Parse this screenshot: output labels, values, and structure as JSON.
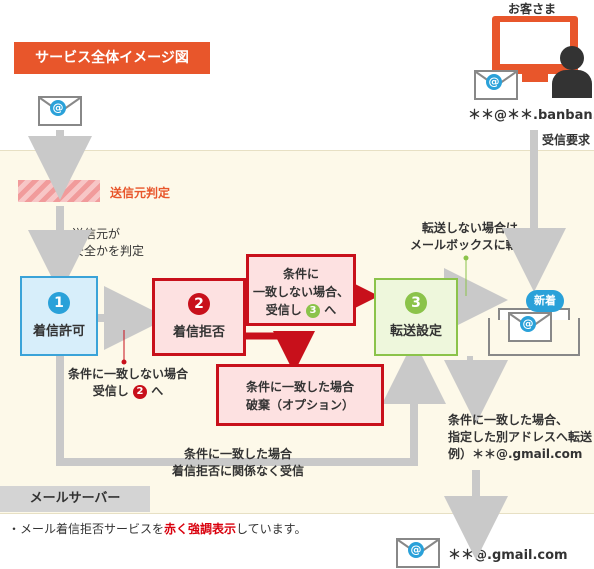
{
  "title": "サービス全体イメージ図",
  "customer": {
    "label": "お客さま",
    "email": "＊＊@＊＊.banban.jp",
    "receive_request": "受信要求"
  },
  "sender_check": {
    "label": "送信元判定",
    "note_line1": "送信元が",
    "note_line2": "安全かを判定"
  },
  "step1": {
    "num": "1",
    "label": "着信許可"
  },
  "step2": {
    "num": "2",
    "label": "着信拒否"
  },
  "step3": {
    "num": "3",
    "label": "転送設定"
  },
  "condition_box": {
    "line1": "条件に",
    "line2": "一致しない場合、",
    "line3_pre": "受信し",
    "ref": "3",
    "line3_post": "へ"
  },
  "step1_note": {
    "line1": "条件に一致しない場合",
    "line2_pre": "受信し",
    "ref": "2",
    "line2_post": "へ"
  },
  "discard_box": {
    "line1": "条件に一致した場合",
    "line2": "破棄（オプション）"
  },
  "bottom_note": {
    "line1": "条件に一致した場合",
    "line2": "着信拒否に関係なく受信"
  },
  "no_forward_note": {
    "line1": "転送しない場合は",
    "line2": "メールボックスに転送"
  },
  "mailbox": {
    "badge": "新着"
  },
  "forward_note": {
    "line1": "条件に一致した場合、",
    "line2": "指定した別アドレスへ転送",
    "line3": "例）＊＊@.gmail.com"
  },
  "forward_target": {
    "email": "＊＊@.gmail.com"
  },
  "envelope": {
    "symbol": "@"
  },
  "server_label": "メールサーバー",
  "footnote": {
    "pre": "・メール着信拒否サービスを",
    "highlight": "赤く強調表示",
    "post": "しています。"
  },
  "colors": {
    "accent_orange": "#e8562b",
    "step1_blue": "#3aa3d8",
    "step2_red": "#c8101b",
    "step3_green": "#8bc34a",
    "envelope_at": "#2aa1d9",
    "server_bg": "#fdf9e9"
  },
  "icons": [
    "envelope-icon",
    "monitor-icon",
    "person-icon",
    "mailbox-tray-icon"
  ]
}
